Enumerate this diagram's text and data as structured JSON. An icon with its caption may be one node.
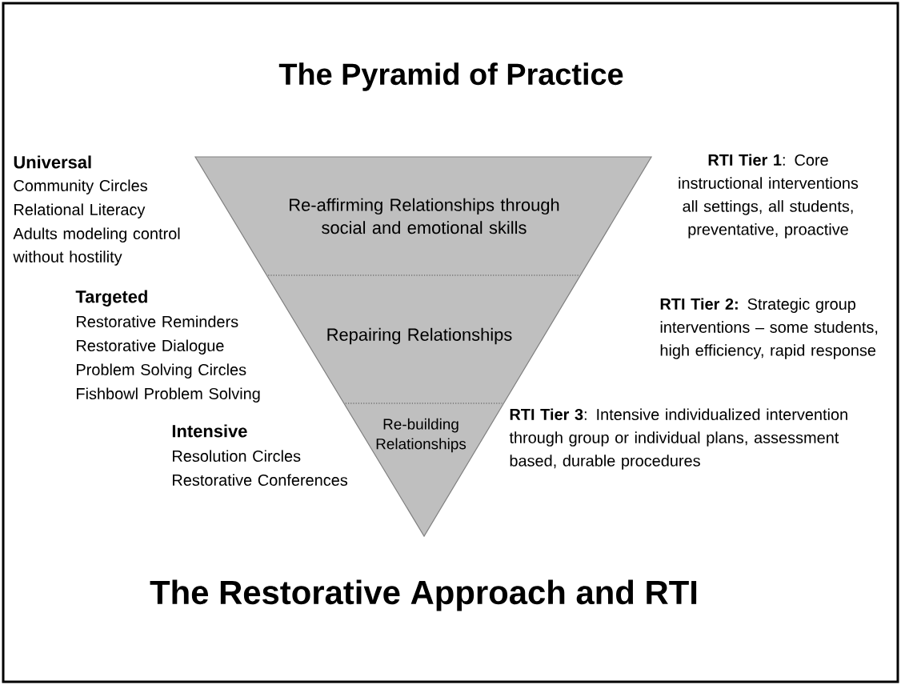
{
  "diagram": {
    "title": "The Pyramid of Practice",
    "caption": "The Restorative Approach and RTI",
    "nodes": [
      {
        "text": [
          "Re-affirming Relationships through social and emotional skills"
        ]
      },
      {
        "text": [
          "Repairing Relationships"
        ]
      },
      {
        "text": [
          "Re-building Relationships"
        ]
      }
    ],
    "labels": [
      "Universal",
      "Community Circles",
      "Relational Literacy",
      "Adults modeling control without hostility",
      "Targeted",
      "Restorative Reminders",
      "Restorative Dialogue",
      "Problem Solving Circles",
      "Fishbowl Problem Solving",
      "Intensive",
      "Resolution Circles",
      "Restorative Conferences",
      "**RTI Tier 1**: Core instructional interventions all settings, all students, preventative, proactive",
      "**RTI Tier 2:** Strategic group interventions – some students, high efficiency, rapid response",
      "**RTI Tier 3**: Intensive individualized intervention through group or individual plans, assessment based, durable procedures"
    ]
  }
}
